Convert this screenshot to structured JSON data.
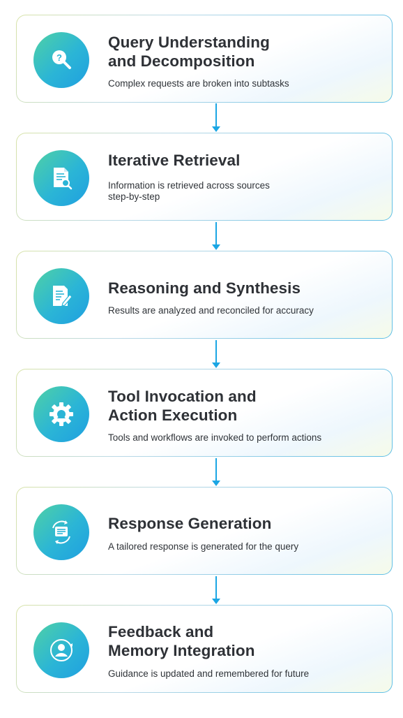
{
  "steps": [
    {
      "title": "Query Understanding\nand Decomposition",
      "description": "Complex requests are broken into subtasks",
      "icon": "question-search-icon"
    },
    {
      "title": "Iterative Retrieval",
      "description": "Information is retrieved across sources\nstep-by-step",
      "icon": "document-search-icon"
    },
    {
      "title": "Reasoning and Synthesis",
      "description": "Results are analyzed and reconciled for accuracy",
      "icon": "document-edit-icon"
    },
    {
      "title": "Tool Invocation and\nAction Execution",
      "description": "Tools and workflows are invoked to perform actions",
      "icon": "gear-icon"
    },
    {
      "title": "Response Generation",
      "description": "A tailored response is generated for the query",
      "icon": "chat-refresh-icon"
    },
    {
      "title": "Feedback and\nMemory Integration",
      "description": "Guidance is updated and remembered for future",
      "icon": "user-memory-icon"
    }
  ],
  "colors": {
    "accent": "#1aa6e4",
    "icon_gradient_start": "#4fd1a5",
    "icon_gradient_end": "#1f9fe0",
    "text": "#2e3136"
  }
}
